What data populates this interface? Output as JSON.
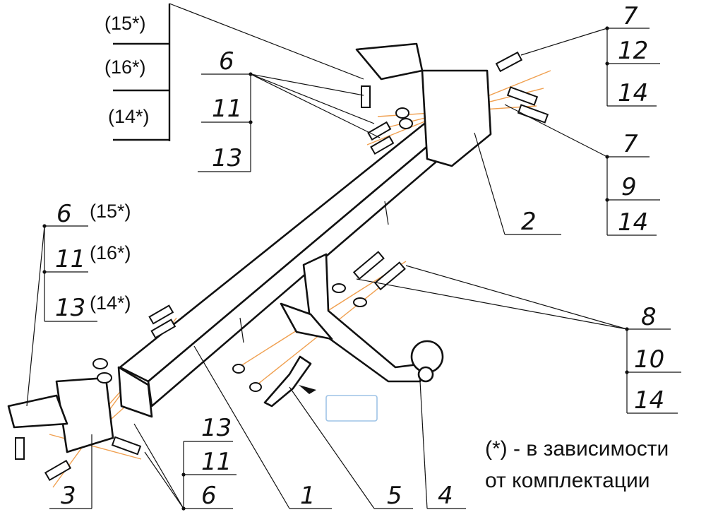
{
  "callouts": {
    "tl_15": "(15*)",
    "tl_16": "(16*)",
    "tl_14": "(14*)",
    "tc_6": "6",
    "tc_11": "11",
    "tc_13": "13",
    "tr_7": "7",
    "tr_12": "12",
    "tr_14": "14",
    "mr_7": "7",
    "mr_9": "9",
    "mr_14": "14",
    "lm_6": "6",
    "lm_11": "11",
    "lm_13": "13",
    "lm_15": "(15*)",
    "lm_16": "(16*)",
    "lm_14": "(14*)",
    "br_8": "8",
    "br_10": "10",
    "br_14": "14",
    "bl_13": "13",
    "bl_11": "11",
    "bl_6": "6",
    "p1": "1",
    "p2": "2",
    "p3": "3",
    "p4": "4",
    "p5": "5"
  },
  "note": {
    "line1": "(*) - в зависимости",
    "line2": "от комплектации"
  },
  "colors": {
    "line": "#111111",
    "axis": "#f0a050",
    "label_box": "#9ec3e6"
  }
}
